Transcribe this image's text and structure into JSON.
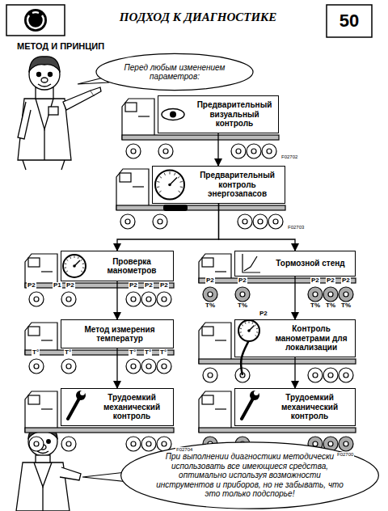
{
  "diagram": {
    "title": "ПОДХОД К ДИАГНОСТИКЕ",
    "nodes": [
      {
        "text": [
          "50"
        ]
      },
      {
        "text": [
          "Перед любым изменением параметров:"
        ]
      },
      {
        "text": [
          "Предварительный визуальный контроль"
        ]
      },
      {
        "text": [
          "Предварительный контроль энергозапасов"
        ]
      },
      {
        "text": [
          "Проверка манометров"
        ]
      },
      {
        "text": [
          "Тормозной стенд"
        ]
      },
      {
        "text": [
          "Метод измерения температур"
        ]
      },
      {
        "text": [
          "Контроль манометрами для локализации"
        ]
      },
      {
        "text": [
          "Трудоемкий механический контроль"
        ]
      },
      {
        "text": [
          "Трудоемкий механический контроль"
        ]
      },
      {
        "text": [
          "При выполнении диагностики методически использовать все имеющиеся средства, оптимально используя возможности инструментов и приборов, но не забывать, что это только подспорье!"
        ]
      }
    ],
    "edges": [
      {
        "from": 2,
        "to": 3,
        "arrow": "to"
      },
      {
        "from": 3,
        "to": 4,
        "arrow": "to"
      },
      {
        "from": 3,
        "to": 5,
        "arrow": "to"
      },
      {
        "from": 4,
        "to": 6,
        "arrow": "to"
      },
      {
        "from": 6,
        "to": 8,
        "arrow": "to"
      },
      {
        "from": 5,
        "to": 7,
        "arrow": "to"
      },
      {
        "from": 7,
        "to": 9,
        "arrow": "to"
      }
    ],
    "labels": [
      "МЕТОД И ПРИНЦИП",
      "F02702",
      "F02703",
      "P2",
      "P1",
      "P2",
      "P2",
      "P2",
      "P2",
      "T°",
      "T°",
      "T°",
      "T°",
      "T°",
      "P2",
      "P2",
      "P2",
      "P2",
      "P2",
      "T%",
      "T%",
      "T%",
      "T%",
      "T%",
      "P2",
      "F02704",
      "F02700"
    ]
  }
}
